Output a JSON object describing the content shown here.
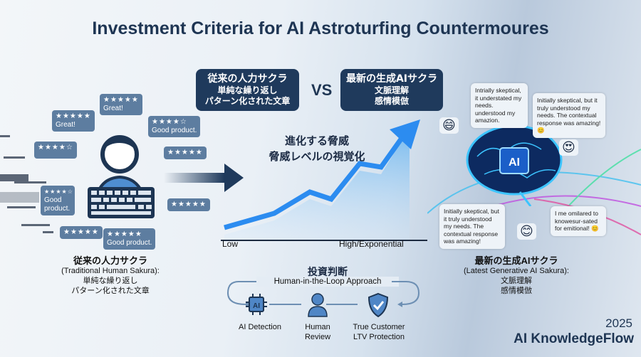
{
  "title": "Investment Criteria for AI Astroturfing Countermoures",
  "compare": {
    "left": {
      "title": "従来の人力サクラ",
      "line1": "単純な繰り返し",
      "line2": "パターン化された文章"
    },
    "vs": "VS",
    "right": {
      "title": "最新の生成AIサクラ",
      "line1": "文脈理解",
      "line2": "感情模倣"
    }
  },
  "reviews": [
    {
      "stars": "★★★★★",
      "text": "Great!"
    },
    {
      "stars": "★★★★★",
      "text": "Great!"
    },
    {
      "stars": "★★★★☆",
      "text": ""
    },
    {
      "stars": "★★★★☆",
      "text": "Good product."
    },
    {
      "stars": "★★★★★",
      "text": ""
    },
    {
      "stars": "★★★★☆",
      "text": "Good product."
    },
    {
      "stars": "★★★★★",
      "text": ""
    },
    {
      "stars": "★★★★★",
      "text": ""
    },
    {
      "stars": "★★★★★",
      "text": "Good product."
    }
  ],
  "threat": {
    "title": "進化する脅威",
    "subtitle": "脅威レベルの視覚化",
    "low": "Low",
    "high": "High/Exponential"
  },
  "ai_reviews": [
    "Intrially skeptical, it understated my needs. understood my amazion.",
    "Initially skeptical, but it truly understood my needs. The contextual response was amazing! 😊",
    "Initially skeptical, but it truly understood my needs. The contextual response was amazing!",
    "I me omilared to knowesur-sated for emitional! 😊"
  ],
  "emojis": [
    "😄",
    "😍",
    "😊"
  ],
  "brain_label": "AI",
  "left_caption": {
    "title": "従来の人力サクラ",
    "sub": "(Traditional Human Sakura):",
    "line1": "単純な繰り返し",
    "line2": "パターン化された文章"
  },
  "right_caption": {
    "title": "最新の生成AIサクラ",
    "sub": "(Latest Generative AI Sakura):",
    "line1": "文脈理解",
    "line2": "感情模倣"
  },
  "investment": {
    "title": "投資判断",
    "approach": "Human-in-the-Loop Approach",
    "steps": [
      {
        "label": "AI Detection",
        "icon_text": "AI"
      },
      {
        "label": "Human Review"
      },
      {
        "label": "True Customer LTV Protection"
      }
    ]
  },
  "footer": {
    "year": "2025",
    "brand": "AI KnowledgeFlow"
  },
  "colors": {
    "navy": "#1f3a5c",
    "bubble": "#5d7da0",
    "accent": "#3b8fe0"
  }
}
